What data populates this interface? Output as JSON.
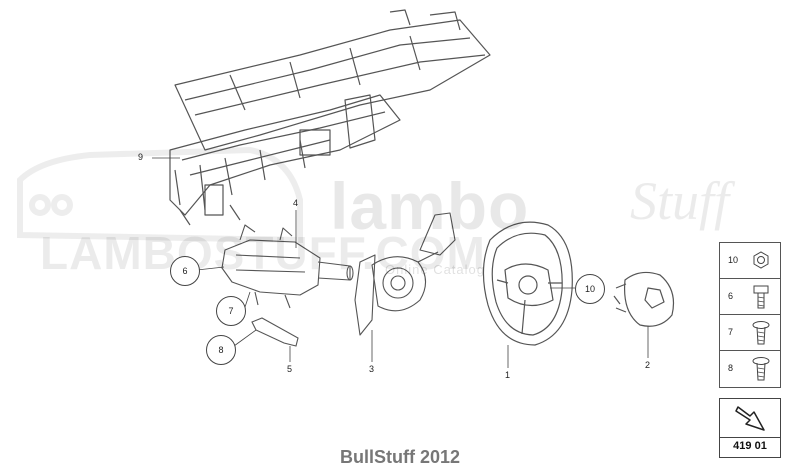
{
  "watermark": {
    "brand": "lambo",
    "script": "Stuff",
    "big": "LAMBOSTUFF.COM",
    "small": "Online Catalog"
  },
  "callouts": [
    {
      "label": "9"
    },
    {
      "label": "4"
    },
    {
      "label": "6"
    },
    {
      "label": "7"
    },
    {
      "label": "8"
    },
    {
      "label": "5"
    },
    {
      "label": "3"
    },
    {
      "label": "10"
    },
    {
      "label": "1"
    },
    {
      "label": "2"
    }
  ],
  "legend": [
    {
      "label": "10",
      "part": "nut-icon"
    },
    {
      "label": "6",
      "part": "bolt-icon"
    },
    {
      "label": "7",
      "part": "screw-icon"
    },
    {
      "label": "8",
      "part": "screw-icon"
    }
  ],
  "reference": {
    "code": "419 01",
    "icon": "arrow-icon"
  },
  "footer": "BullStuff 2012"
}
